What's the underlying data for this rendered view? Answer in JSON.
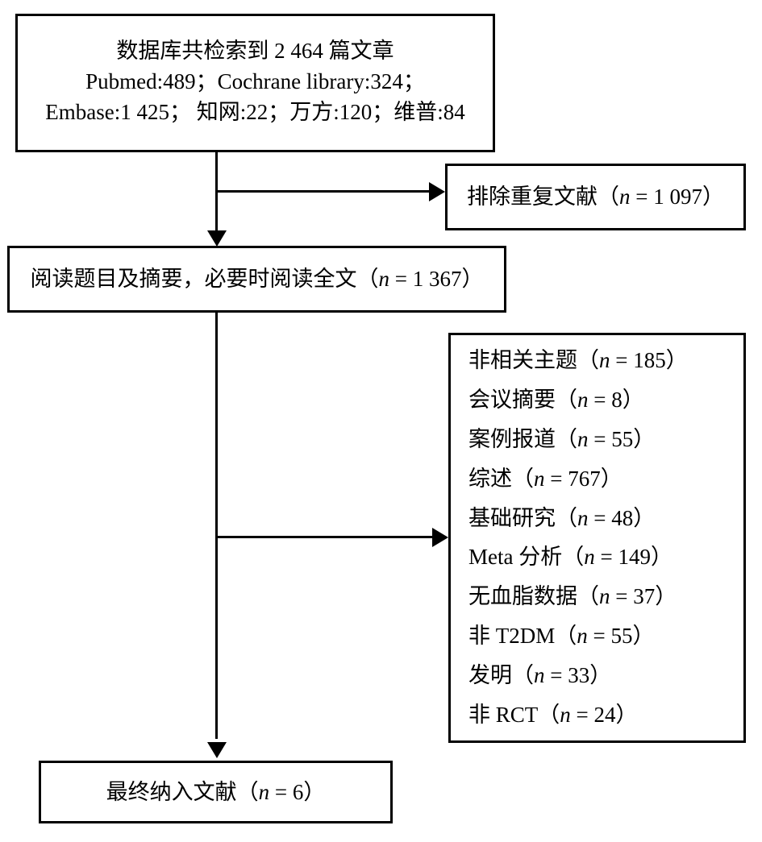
{
  "diagram": {
    "type": "prisma-flow-diagram",
    "language": "zh-CN",
    "stroke_color": "#000000",
    "background_color": "#ffffff"
  },
  "box_search": {
    "line1": "数据库共检索到 2 464 篇文章",
    "line2": "Pubmed:489；Cochrane library:324；",
    "line3": "Embase:1 425； 知网:22；万方:120；维普:84"
  },
  "box_duplicates": {
    "text": "排除重复文献（n = 1 097）"
  },
  "box_screening": {
    "text": "阅读题目及摘要，必要时阅读全文（n = 1 367）"
  },
  "box_exclusions": {
    "rows": [
      "非相关主题（n = 185）",
      "会议摘要（n = 8）",
      "案例报道（n = 55）",
      "综述（n = 767）",
      "基础研究（n = 48）",
      "Meta 分析（n = 149）",
      "无血脂数据（n = 37）",
      "非 T2DM（n = 55）",
      "发明（n = 33）",
      "非 RCT（n = 24）"
    ]
  },
  "box_included": {
    "text": "最终纳入文献（n = 6）"
  },
  "counts": {
    "total_records": "2 464",
    "pubmed": "489",
    "cochrane_library": "324",
    "embase": "1 425",
    "cnki": "22",
    "wanfang": "120",
    "vip": "84",
    "duplicates_removed": "1 097",
    "screened": "1 367",
    "excl_irrelevant_topic": "185",
    "excl_conference_abstract": "8",
    "excl_case_report": "55",
    "excl_review": "767",
    "excl_basic_research": "48",
    "excl_meta_analysis": "149",
    "excl_no_lipid_data": "37",
    "excl_non_t2dm": "55",
    "excl_invention": "33",
    "excl_non_rct": "24",
    "final_included": "6"
  }
}
